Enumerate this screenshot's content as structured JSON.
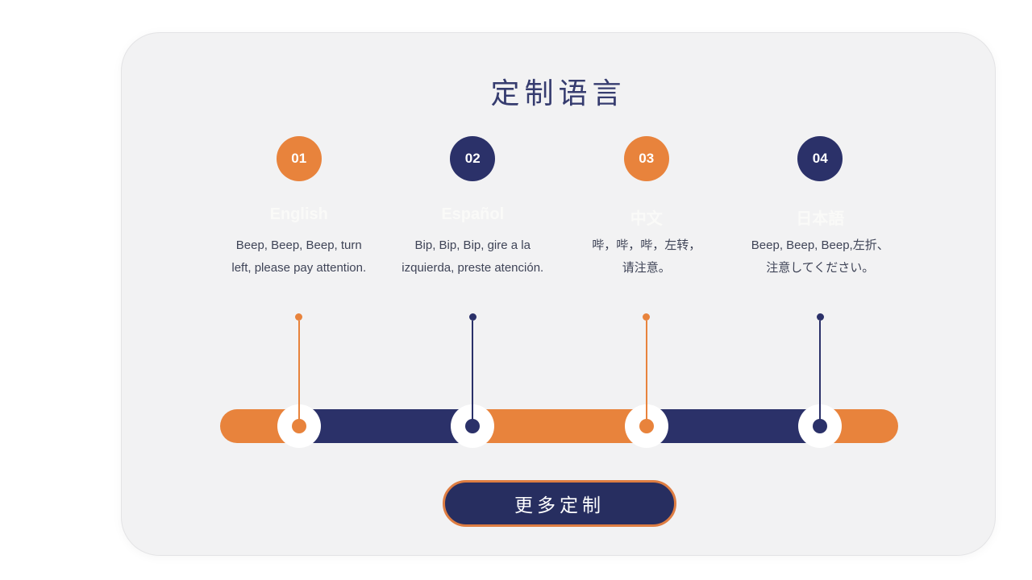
{
  "theme": {
    "page_bg": "#ffffff",
    "card_bg": "#f2f2f3",
    "card_border": "#e3e3e5",
    "orange": "#e8833c",
    "navy": "#2b3169",
    "title_color": "#363c6f",
    "desc_color": "#3f4457",
    "faint_label_color": "#fafaf8",
    "button_bg": "#272e60",
    "button_border": "#de7d42",
    "button_text_color": "#ffffff"
  },
  "title": "定制语言",
  "steps": [
    {
      "number": "01",
      "language": "English",
      "accent": "#e8833c",
      "desc_line1": "Beep, Beep, Beep, turn",
      "desc_line2": "left, please pay attention."
    },
    {
      "number": "02",
      "language": "Español",
      "accent": "#2b3169",
      "desc_line1": "Bip, Bip, Bip, gire a la",
      "desc_line2": "izquierda, preste atención."
    },
    {
      "number": "03",
      "language": "中文",
      "accent": "#e8833c",
      "desc_line1": "哔，哔，哔，左转，",
      "desc_line2": "请注意。"
    },
    {
      "number": "04",
      "language": "日本語",
      "accent": "#2b3169",
      "desc_line1": "Beep, Beep, Beep,左折、",
      "desc_line2": "注意してください。"
    }
  ],
  "timeline": {
    "bar_orange": "#e8833c",
    "bar_navy": "#2b3169",
    "marker_bg": "#ffffff"
  },
  "button": {
    "label": "更多定制"
  }
}
